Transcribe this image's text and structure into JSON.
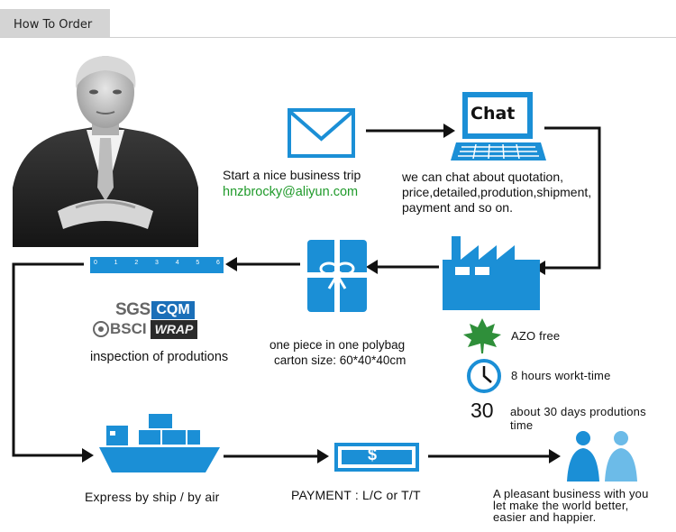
{
  "header": {
    "tab_label": "How To Order"
  },
  "steps": {
    "email": {
      "title": "Start a nice business trip",
      "email": "hnzbrocky@aliyun.com"
    },
    "chat": {
      "screen_label": "Chat",
      "line1": "we can chat about quotation,",
      "line2": "price,detailed,prodution,shipment,",
      "line3": "payment and so on."
    },
    "inspection": {
      "brand1": "SGS",
      "brand2": "CQM",
      "brand3": "BSCI",
      "brand4": "WRAP",
      "label": "inspection of produtions"
    },
    "packaging": {
      "line1": "one piece in one polybag",
      "line2": "carton size: 60*40*40cm"
    },
    "ruler": {
      "ticks": [
        "0",
        "1",
        "2",
        "3",
        "4",
        "5",
        "6"
      ]
    },
    "features": {
      "azo": "AZO free",
      "hours": "8 hours workt-time",
      "days_number": "30",
      "days_line1": "about 30 days produtions",
      "days_line2": "time"
    },
    "shipping": {
      "label": "Express by ship / by air"
    },
    "payment": {
      "label": "PAYMENT : L/C or T/T",
      "symbol": "$"
    },
    "closing": {
      "line1": "A pleasant business with you",
      "line2": "let make the world better,",
      "line3": "easier and happier."
    }
  },
  "colors": {
    "accent": "#1b8fd6",
    "dark": "#111111",
    "green": "#1f9a2a"
  }
}
